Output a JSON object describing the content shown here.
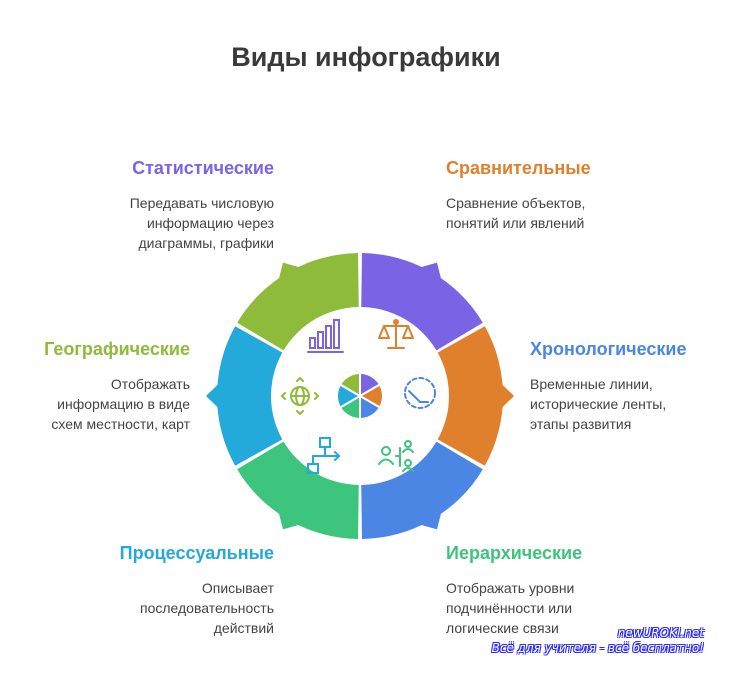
{
  "title": "Виды инфографики",
  "segments": [
    {
      "key": "statistical",
      "label": "Статистические",
      "description": "Передавать числовую информацию через диаграммы, графики",
      "color": "#7b63e6",
      "icon": "bar-chart-icon"
    },
    {
      "key": "comparative",
      "label": "Сравнительные",
      "description": "Сравнение объектов, понятий или явлений",
      "color": "#e07f2c",
      "icon": "scales-icon"
    },
    {
      "key": "chronological",
      "label": "Хронологические",
      "description": "Временные линии, исторические ленты, этапы развития",
      "color": "#4b86e5",
      "icon": "clock-icon"
    },
    {
      "key": "hierarchical",
      "label": "Иерархические",
      "description": "Отображать уровни подчинённости или логические связи",
      "color": "#3dc47d",
      "icon": "org-chart-icon"
    },
    {
      "key": "procedural",
      "label": "Процессуальные",
      "description": "Описывает последовательность действий",
      "color": "#24a9db",
      "icon": "flowchart-icon"
    },
    {
      "key": "geographic",
      "label": "Географические",
      "description": "Отображать информацию в виде схем местности, карт",
      "color": "#8fbb3a",
      "icon": "globe-icon"
    }
  ],
  "watermark": {
    "line1": "newUROKI.net",
    "line2": "Всё для учителя - всё бесплатно!"
  }
}
